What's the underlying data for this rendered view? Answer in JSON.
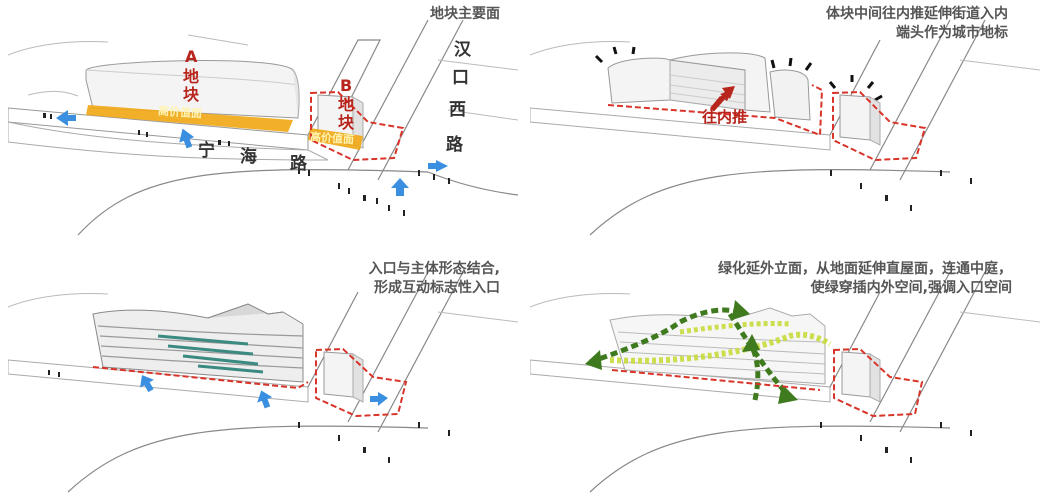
{
  "panel1": {
    "caption": "地块主要面",
    "plot_a_letter": "A",
    "plot_a_name": [
      "地",
      "块"
    ],
    "plot_b_letter": "B",
    "plot_b_name": [
      "地",
      "块"
    ],
    "frontage_a": "高价值面",
    "frontage_b": "高价值面",
    "road_horizontal": [
      "宁",
      "海",
      "路"
    ],
    "road_vertical": [
      "汉",
      "口",
      "西",
      "路"
    ]
  },
  "panel2": {
    "caption_lines": [
      "体块中间往内推延伸街道入内",
      "端头作为城市地标"
    ],
    "push_label": "往内推"
  },
  "panel3": {
    "caption_lines": [
      "入口与主体形态结合,",
      "形成互动标志性入口"
    ]
  },
  "panel4": {
    "caption_lines": [
      "绿化延外立面，从地面延伸直屋面，连通中庭，",
      "使绿穿插内外空间,强调入口空间"
    ]
  },
  "colors": {
    "accent_red": "#b8251c",
    "frontage_orange": "#f0a818",
    "entry_blue": "#3b8fe0",
    "green_path": "#3f7a1e",
    "lime_path": "#c8dc3c",
    "dashed_boundary": "#d8342a"
  }
}
